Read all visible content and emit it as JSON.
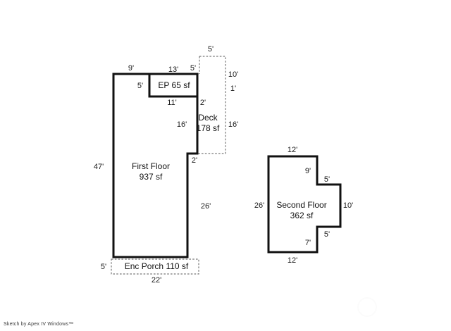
{
  "sketch": {
    "background_color": "#ffffff",
    "wall_color": "#111111",
    "dashed_color": "#777777",
    "watermark": "Sketch by  Apex IV Windows™",
    "areas": [
      {
        "id": "first-floor",
        "name_line": "First Floor",
        "area_line": "937 sf",
        "style": "solid"
      },
      {
        "id": "ep",
        "name_line": "EP",
        "area_line": "65 sf",
        "combined_label": "EP   65 sf",
        "style": "solid"
      },
      {
        "id": "deck",
        "name_line": "Deck",
        "area_line": "178 sf",
        "style": "dashed"
      },
      {
        "id": "enc-porch",
        "name_line": "Enc Porch",
        "area_line": "110 sf",
        "combined_label": "Enc Porch   110 sf",
        "style": "dashed"
      },
      {
        "id": "second-floor",
        "name_line": "Second Floor",
        "area_line": "362 sf",
        "style": "solid"
      }
    ],
    "dimensions": {
      "first_floor_top_left": "9'",
      "first_floor_left": "47'",
      "ep_left": "5'",
      "ep_top": "13'",
      "ep_bottom": "11'",
      "ep_right_top": "5'",
      "ep_right_bottom": "2'",
      "deck_top": "5'",
      "deck_right_upper": "10'",
      "deck_right_mid": "1'",
      "deck_right_lower": "16'",
      "deck_left": "16'",
      "first_floor_right_notch": "2'",
      "first_floor_right": "26'",
      "enc_porch_left": "5'",
      "enc_porch_bottom": "22'",
      "second_floor_top": "12'",
      "second_floor_left": "26'",
      "second_floor_bottom": "12'",
      "second_floor_notch_top": "9'",
      "second_floor_notch_top_step": "5'",
      "second_floor_notch_right": "10'",
      "second_floor_notch_bottom_step": "5'",
      "second_floor_notch_bottom": "7'"
    }
  }
}
